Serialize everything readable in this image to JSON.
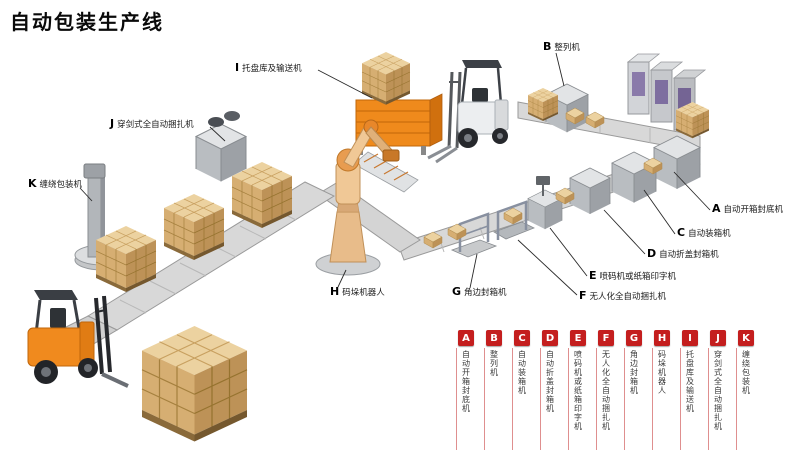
{
  "title": "自动包装生产线",
  "colors": {
    "legend_red": "#c41e1e",
    "machine_orange": "#ef8a1c",
    "carton_tan": "#d6ae72",
    "robot_tan": "#f0c896"
  },
  "callouts": [
    {
      "letter": "A",
      "label": "自动开箱封底机"
    },
    {
      "letter": "B",
      "label": "整列机"
    },
    {
      "letter": "C",
      "label": "自动装箱机"
    },
    {
      "letter": "D",
      "label": "自动折盖封箱机"
    },
    {
      "letter": "E",
      "label": "喷码机或纸箱印字机"
    },
    {
      "letter": "F",
      "label": "无人化全自动捆扎机"
    },
    {
      "letter": "G",
      "label": "角边封箱机"
    },
    {
      "letter": "H",
      "label": "码垛机器人"
    },
    {
      "letter": "I",
      "label": "托盘库及输送机"
    },
    {
      "letter": "J",
      "label": "穿剑式全自动捆扎机"
    },
    {
      "letter": "K",
      "label": "缠绕包装机"
    }
  ],
  "legend": [
    {
      "letter": "A",
      "label": "自动开箱封底机"
    },
    {
      "letter": "B",
      "label": "整列机"
    },
    {
      "letter": "C",
      "label": "自动装箱机"
    },
    {
      "letter": "D",
      "label": "自动折盖封箱机"
    },
    {
      "letter": "E",
      "label": "喷码机或纸箱印字机"
    },
    {
      "letter": "F",
      "label": "无人化全自动捆扎机"
    },
    {
      "letter": "G",
      "label": "角边封箱机"
    },
    {
      "letter": "H",
      "label": "码垛机器人"
    },
    {
      "letter": "I",
      "label": "托盘库及输送机"
    },
    {
      "letter": "J",
      "label": "穿剑式全自动捆扎机"
    },
    {
      "letter": "K",
      "label": "缠绕包装机"
    }
  ]
}
